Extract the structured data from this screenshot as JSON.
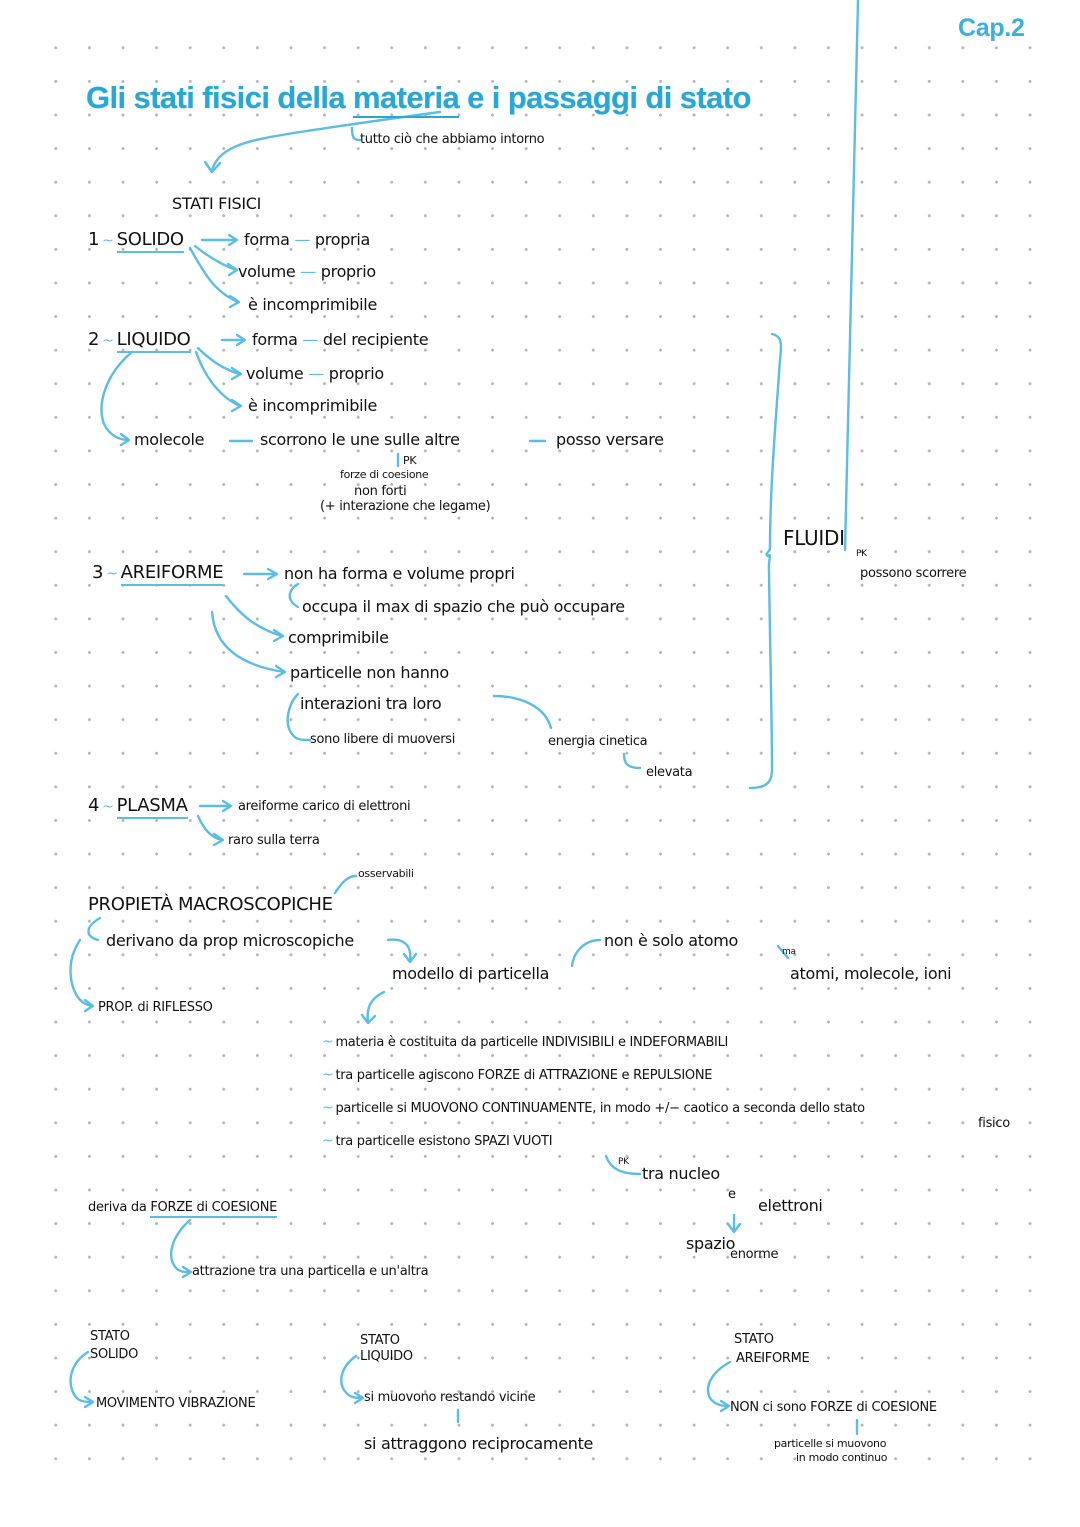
{
  "header": {
    "chapter": "Cap.2",
    "title_before": "Gli stati fisici della ",
    "title_underlined": "materia",
    "title_after": " e i passaggi di stato",
    "materia_note": "tutto ciò che abbiamo intorno"
  },
  "stati_fisici": {
    "heading": "STATI FISICI",
    "solido": {
      "number": "1",
      "name": "SOLIDO",
      "props": [
        {
          "key": "forma",
          "value": "propria"
        },
        {
          "key": "volume",
          "value": "proprio"
        },
        {
          "key": "è incomprimibile",
          "value": ""
        }
      ]
    },
    "liquido": {
      "number": "2",
      "name": "LIQUIDO",
      "props": [
        {
          "key": "forma",
          "value": "del recipiente"
        },
        {
          "key": "volume",
          "value": "proprio"
        },
        {
          "key": "è incomprimibile",
          "value": ""
        }
      ],
      "molecole": "molecole",
      "scorrono": "scorrono le une sulle altre",
      "posso_versare": "posso versare",
      "pk": "PK",
      "forze_1": "forze di coesione",
      "forze_2": "non forti",
      "forze_3": "(+ interazione che legame)"
    },
    "aeriforme": {
      "number": "3",
      "name": "AREIFORME",
      "props": [
        "non ha forma e volume propri",
        "occupa il max di spazio che può occupare",
        "comprimibile",
        "particelle non hanno",
        "interazioni tra loro",
        "sono libere di muoversi"
      ],
      "energia": "energia cinetica",
      "elevata": "elevata"
    },
    "plasma": {
      "number": "4",
      "name": "PLASMA",
      "props": [
        "areiforme carico di elettroni",
        "raro sulla terra"
      ]
    },
    "fluidi": {
      "label": "FLUIDI",
      "pk": "PK",
      "note": "possono scorrere"
    }
  },
  "macro": {
    "heading": "PROPIETÀ MACROSCOPICHE",
    "osservabili": "osservabili",
    "derivano": "derivano da prop microscopiche",
    "riflesso": "PROP. di RIFLESSO",
    "modello": "modello di particella",
    "non_solo": "non è solo atomo",
    "ma": "ma",
    "atomi": "atomi, molecole, ioni",
    "bullets": [
      "materia è costituita da particelle INDIVISIBILI e INDEFORMABILI",
      "tra particelle agiscono FORZE di ATTRAZIONE e REPULSIONE",
      "particelle si MUOVONO CONTINUAMENTE, in modo +/− caotico a seconda dello stato",
      "tra particelle esistono SPAZI VUOTI"
    ],
    "fisico": "fisico",
    "pk": "PK",
    "tra_nucleo": "tra nucleo",
    "e": "e",
    "elettroni": "elettroni",
    "spazio": "spazio",
    "enorme": "enorme"
  },
  "coesione": {
    "derive_prefix": "deriva da ",
    "derive_underlined": "FORZE di COESIONE",
    "definition": "attrazione tra una particella e un'altra"
  },
  "stati_bottom": [
    {
      "line1": "STATO",
      "line2": "SOLIDO",
      "desc": "MOVIMENTO VIBRAZIONE",
      "sub": ""
    },
    {
      "line1": "STATO",
      "line2": "LIQUIDO",
      "desc": "si muovono restando vicine",
      "sub": "si attraggono reciprocamente"
    },
    {
      "line1": "STATO",
      "line2": "AREIFORME",
      "desc": "NON ci sono FORZE di COESIONE",
      "sub": "particelle si muovono",
      "sub2": "in modo continuo"
    }
  ],
  "colors": {
    "accent": "#5bbde3",
    "title": "#29a6d6",
    "ink": "#111111",
    "dot": "#b4b4b4"
  }
}
